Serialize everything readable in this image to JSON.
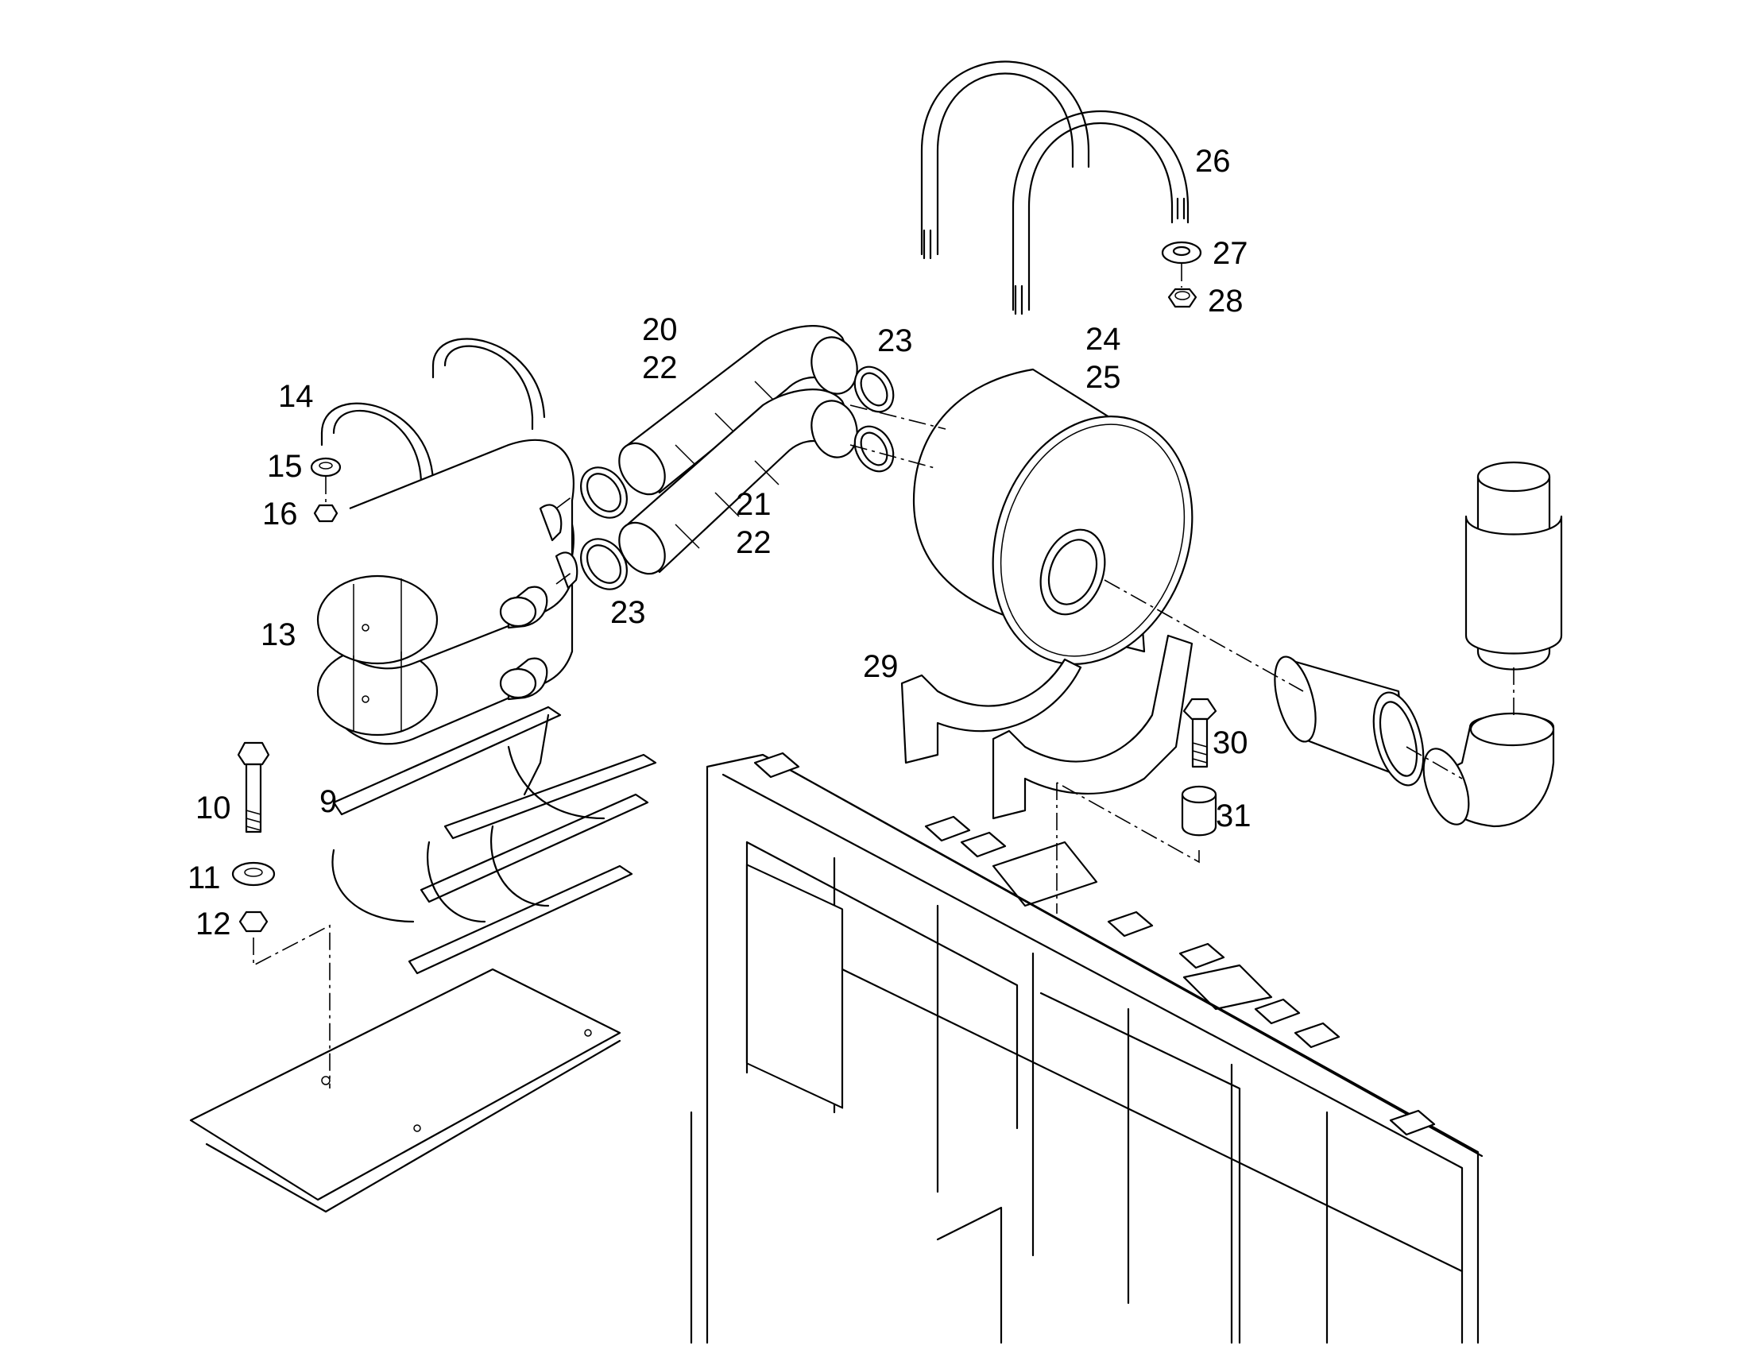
{
  "callouts": [
    {
      "id": "c9",
      "text": "9"
    },
    {
      "id": "c10",
      "text": "10"
    },
    {
      "id": "c11",
      "text": "11"
    },
    {
      "id": "c12",
      "text": "12"
    },
    {
      "id": "c13",
      "text": "13"
    },
    {
      "id": "c14",
      "text": "14"
    },
    {
      "id": "c15",
      "text": "15"
    },
    {
      "id": "c16",
      "text": "16"
    },
    {
      "id": "c20",
      "text": "20"
    },
    {
      "id": "c22a",
      "text": "22"
    },
    {
      "id": "c21",
      "text": "21"
    },
    {
      "id": "c22b",
      "text": "22"
    },
    {
      "id": "c23a",
      "text": "23"
    },
    {
      "id": "c23b",
      "text": "23"
    },
    {
      "id": "c24",
      "text": "24"
    },
    {
      "id": "c25",
      "text": "25"
    },
    {
      "id": "c26",
      "text": "26"
    },
    {
      "id": "c27",
      "text": "27"
    },
    {
      "id": "c28",
      "text": "28"
    },
    {
      "id": "c29",
      "text": "29"
    },
    {
      "id": "c30",
      "text": "30"
    },
    {
      "id": "c31",
      "text": "31"
    }
  ],
  "colors": {
    "line": "#000000",
    "background": "#ffffff"
  }
}
